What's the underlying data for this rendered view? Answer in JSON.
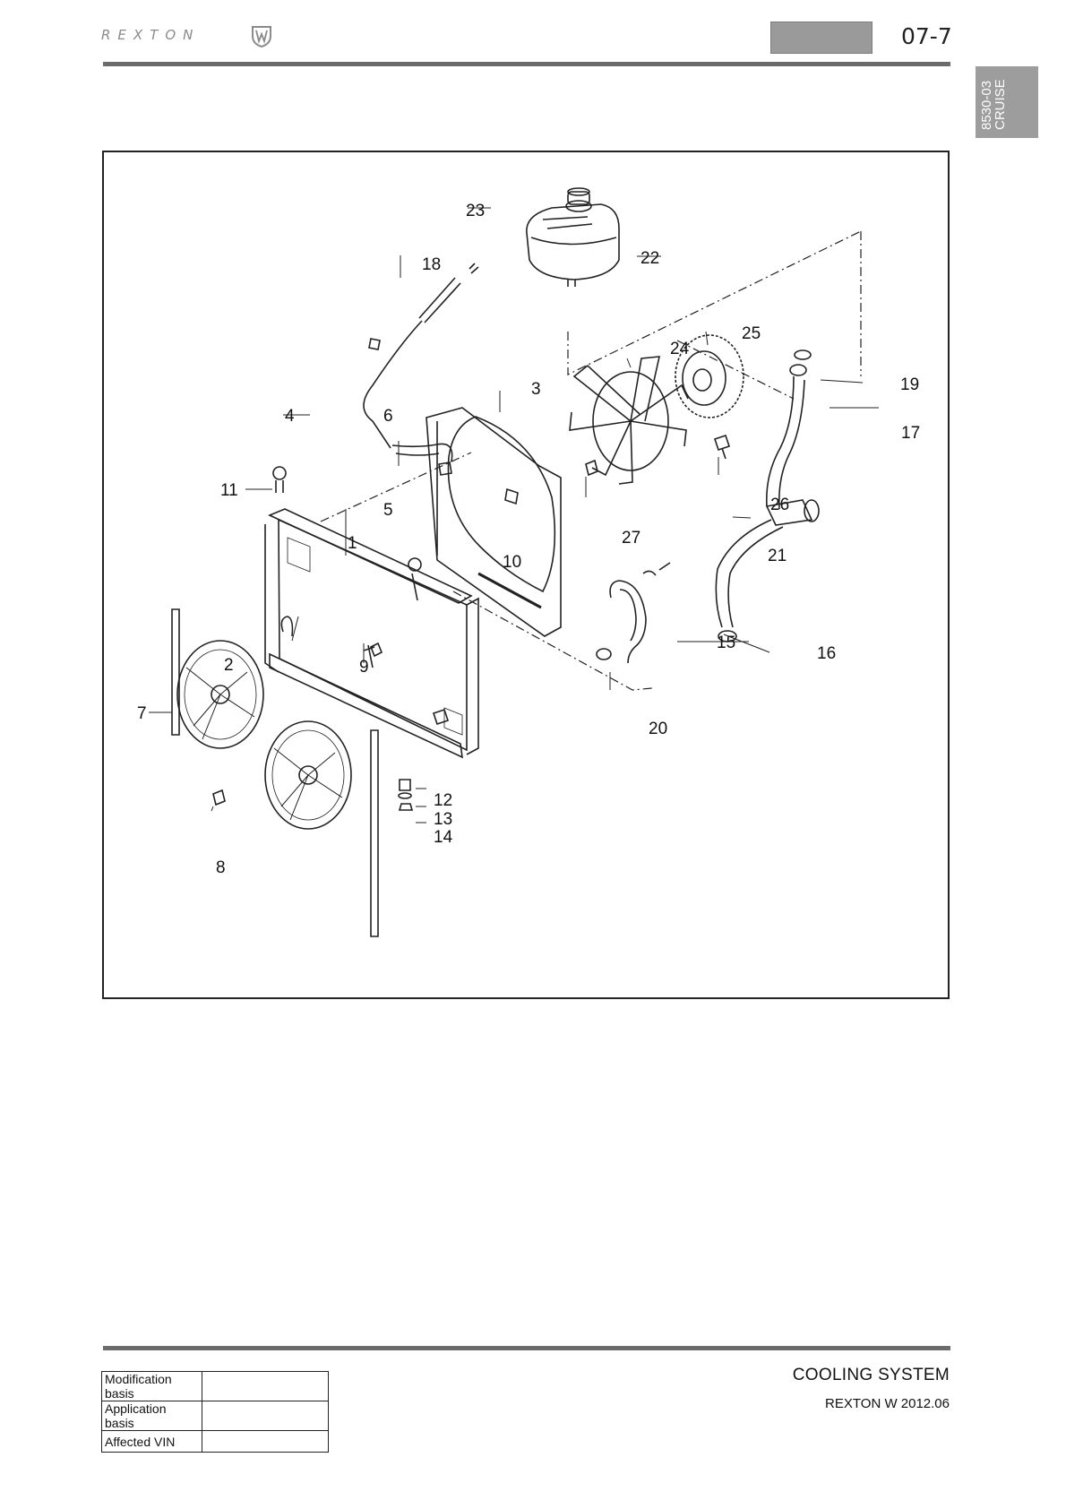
{
  "header": {
    "brand": "REXTON",
    "page_number": "07-7"
  },
  "side_tab": {
    "line1": "8530-03",
    "line2": "CRUISE"
  },
  "diagram": {
    "callouts": [
      "1",
      "2",
      "3",
      "4",
      "5",
      "6",
      "7",
      "8",
      "9",
      "10",
      "11",
      "12",
      "13",
      "14",
      "15",
      "16",
      "17",
      "18",
      "19",
      "20",
      "21",
      "22",
      "23",
      "24",
      "25",
      "26",
      "27"
    ]
  },
  "footer": {
    "section_title": "COOLING SYSTEM",
    "model": "REXTON W 2012.06",
    "table": [
      {
        "label": "Modification basis",
        "value": ""
      },
      {
        "label": "Application basis",
        "value": ""
      },
      {
        "label": "Affected VIN",
        "value": ""
      }
    ]
  }
}
